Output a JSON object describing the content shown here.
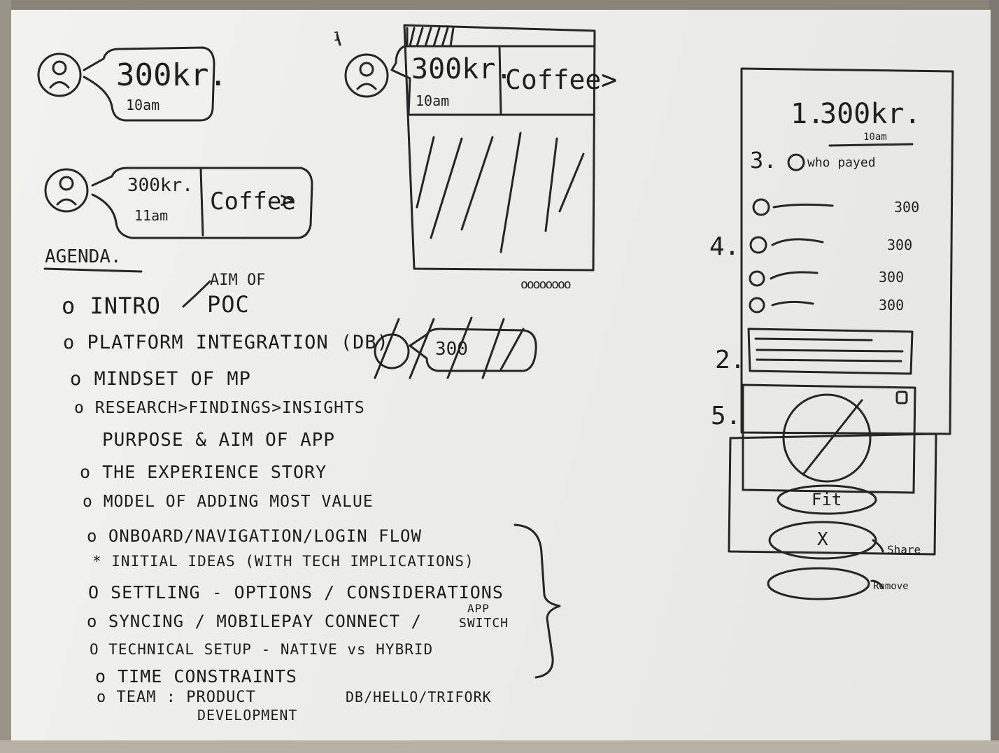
{
  "sketch_top_left": {
    "card1": {
      "amount": "300kr.",
      "time": "10am"
    },
    "card2": {
      "amount": "300kr.",
      "time": "11am",
      "label": "Coffee",
      "arrow": ">"
    }
  },
  "sketch_center": {
    "number": "1",
    "card": {
      "amount": "300kr.",
      "time": "10am",
      "label": "Coffee>"
    },
    "dots": "oooooooo",
    "pill_amount": "300"
  },
  "sketch_right": {
    "item1_number": "1.",
    "item1_amount": "300kr.",
    "item1_time": "10am",
    "item3_number": "3.",
    "item3_text": "who payed",
    "item4_number": "4.",
    "rows": [
      {
        "value": "300"
      },
      {
        "value": "300"
      },
      {
        "value": "300"
      },
      {
        "value": "300"
      }
    ],
    "item2_number": "2.",
    "item5_number": "5.",
    "btn_fit": "Fit",
    "btn_x": "X",
    "btn_share_label": "Share",
    "btn_remove_label": "Remove"
  },
  "agenda": {
    "heading": "AGENDA.",
    "aim_of": "AIM OF",
    "items": [
      {
        "text": "o INTRO",
        "extra": "POC"
      },
      {
        "text": "o PLATFORM INTEGRATION (DB)"
      },
      {
        "text": "o MINDSET OF MP"
      },
      {
        "text": "o RESEARCH>FINDINGS>INSIGHTS"
      },
      {
        "text": "PURPOSE & AIM OF APP"
      },
      {
        "text": "o THE EXPERIENCE STORY"
      },
      {
        "text": "o MODEL OF ADDING MOST VALUE"
      },
      {
        "text": "o ONBOARD/NAVIGATION/LOGIN FLOW"
      },
      {
        "text": "* INITIAL IDEAS (WITH TECH IMPLICATIONS)"
      },
      {
        "text": "O SETTLING - OPTIONS / CONSIDERATIONS"
      },
      {
        "text": "o SYNCING / MOBILEPAY CONNECT /",
        "extra_top": "APP",
        "extra_bottom": "SWITCH"
      },
      {
        "text": "O TECHNICAL SETUP - NATIVE vs HYBRID"
      },
      {
        "text": "o TIME CONSTRAINTS"
      },
      {
        "text": "o TEAM : PRODUCT",
        "extra": "DB/HELLO/TRIFORK",
        "extra2": "DEVELOPMENT"
      }
    ]
  },
  "colors": {
    "ink": "#1c1c1c",
    "board": "#eeeeea"
  }
}
